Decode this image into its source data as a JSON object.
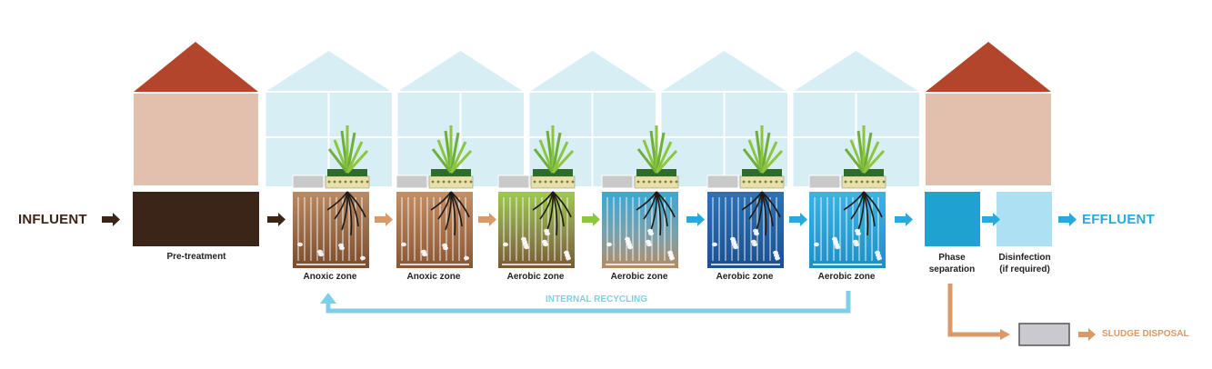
{
  "labels": {
    "influent": "INFLUENT",
    "effluent": "EFFLUENT",
    "pretreatment": "Pre-treatment",
    "phase_separation_line1": "Phase",
    "phase_separation_line2": "separation",
    "disinfection_line1": "Disinfection",
    "disinfection_line2": "(if required)",
    "internal_recycling": "INTERNAL RECYCLING",
    "sludge_disposal": "SLUDGE DISPOSAL"
  },
  "zones": [
    {
      "label": "Anoxic zone"
    },
    {
      "label": "Anoxic zone"
    },
    {
      "label": "Aerobic zone"
    },
    {
      "label": "Aerobic zone"
    },
    {
      "label": "Aerobic zone"
    },
    {
      "label": "Aerobic zone"
    }
  ],
  "colors": {
    "influent_text": "#3b2418",
    "effluent_text": "#29a9d9",
    "recycling": "#7fd0e6",
    "sludge": "#d79a68",
    "roof_brown": "#b3452a",
    "wall_tan": "#e3bfae",
    "greenhouse": "#d8eef5",
    "pretreatment_tank": "#3b2418",
    "phase_separation_tank": "#1fa2cf",
    "disinfection_tank": "#aee0f4",
    "sludge_box": "#c9c9cf"
  }
}
